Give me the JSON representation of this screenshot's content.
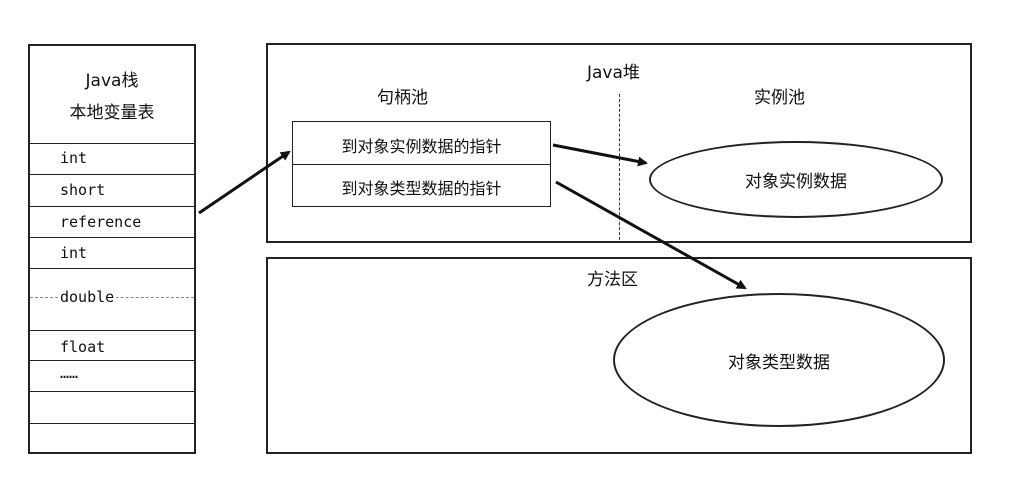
{
  "stack": {
    "title_line1": "Java栈",
    "title_line2": "本地变量表",
    "rows": [
      "int",
      "short",
      "reference",
      "int",
      "double",
      "float",
      "……",
      "",
      ""
    ]
  },
  "heap": {
    "title": "Java堆",
    "handle_pool_label": "句柄池",
    "instance_pool_label": "实例池",
    "handle_rows": [
      "到对象实例数据的指针",
      "到对象类型数据的指针"
    ],
    "instance_data": "对象实例数据"
  },
  "method_area": {
    "title": "方法区",
    "type_data": "对象类型数据"
  }
}
